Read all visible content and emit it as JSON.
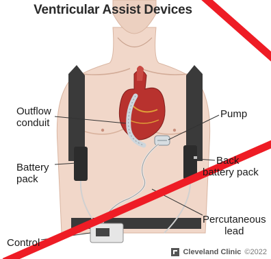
{
  "title": "Ventricular Assist Devices",
  "labels": {
    "outflow_line1": "Outflow",
    "outflow_line2": "conduit",
    "pump": "Pump",
    "battery_line1": "Battery",
    "battery_line2": "pack",
    "back_line1": "Back",
    "back_line2": "battery pack",
    "percutaneous_line1": "Percutaneous",
    "percutaneous_line2": "lead",
    "control": "Control"
  },
  "footer": {
    "brand": "Cleveland Clinic",
    "copyright": "©2022"
  },
  "colors": {
    "skin": "#f1d7c9",
    "skin_shadow": "#dcb7a4",
    "strap": "#3a3a3a",
    "heart": "#b8322e",
    "cross_out": "#ee1c25"
  },
  "icons": {
    "brand_logo": "cleveland-clinic-logo-icon"
  }
}
